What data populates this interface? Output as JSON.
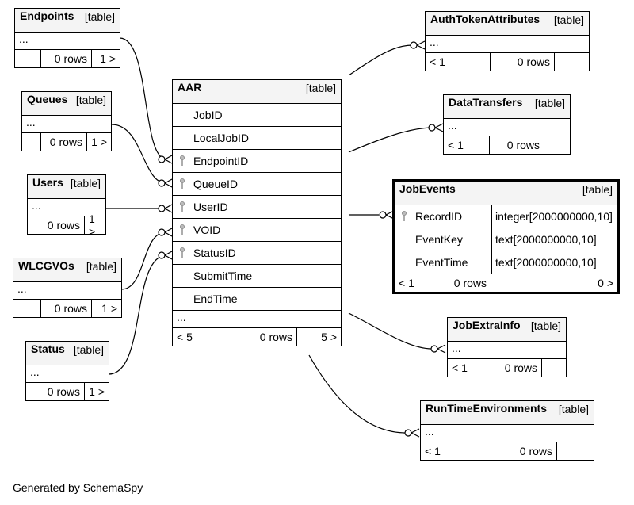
{
  "credit": "Generated by SchemaSpy",
  "kind_label": "[table]",
  "ellipsis": "...",
  "tables": {
    "endpoints": {
      "name": "Endpoints",
      "rows": "0 rows",
      "children": "1 >"
    },
    "queues": {
      "name": "Queues",
      "rows": "0 rows",
      "children": "1 >"
    },
    "users": {
      "name": "Users",
      "rows": "0 rows",
      "children": "1 >"
    },
    "wlcgvos": {
      "name": "WLCGVOs",
      "rows": "0 rows",
      "children": "1 >"
    },
    "status": {
      "name": "Status",
      "rows": "0 rows",
      "children": "1 >"
    },
    "aar": {
      "name": "AAR",
      "columns": [
        "JobID",
        "LocalJobID",
        "EndpointID",
        "QueueID",
        "UserID",
        "VOID",
        "StatusID",
        "SubmitTime",
        "EndTime"
      ],
      "parents": "< 5",
      "rows": "0 rows",
      "children": "5 >"
    },
    "authtoken": {
      "name": "AuthTokenAttributes",
      "parents": "< 1",
      "rows": "0 rows"
    },
    "datatransfers": {
      "name": "DataTransfers",
      "parents": "< 1",
      "rows": "0 rows"
    },
    "jobevents": {
      "name": "JobEvents",
      "columns": [
        {
          "name": "RecordID",
          "type": "integer[2000000000,10]"
        },
        {
          "name": "EventKey",
          "type": "text[2000000000,10]"
        },
        {
          "name": "EventTime",
          "type": "text[2000000000,10]"
        }
      ],
      "parents": "< 1",
      "rows": "0 rows",
      "children": "0 >"
    },
    "jobextrainfo": {
      "name": "JobExtraInfo",
      "parents": "< 1",
      "rows": "0 rows"
    },
    "runtimeenv": {
      "name": "RunTimeEnvironments",
      "parents": "< 1",
      "rows": "0 rows"
    }
  }
}
